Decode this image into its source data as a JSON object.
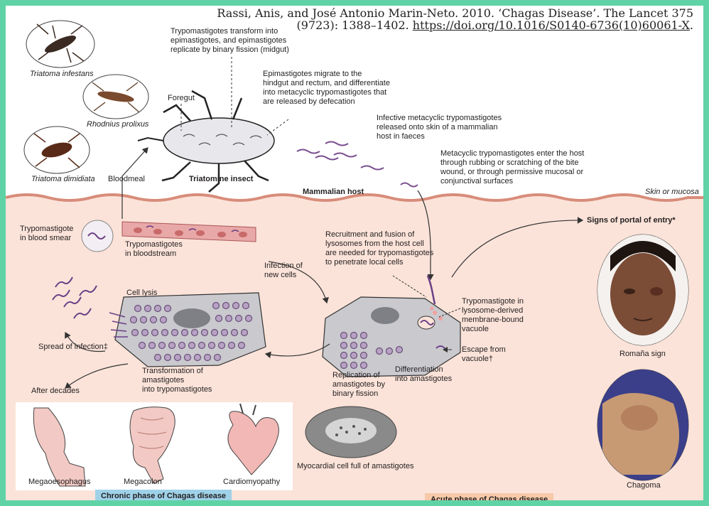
{
  "citation": {
    "text": "Rassi, Anis, and José Antonio Marin-Neto. 2010. ‘Chagas Disease’. The Lancet 375 (9723): 1388–1402. ",
    "link": "https://doi.org/10.1016/S0140-6736(10)60061-X",
    "tail": "."
  },
  "insect": {
    "species_1": "Triatoma infestans",
    "species_2": "Rhodnius prolixus",
    "species_3": "Triatoma dimidiata",
    "title": "Triatomine insect",
    "foregut": "Foregut",
    "bloodmeal": "Bloodmeal",
    "step_transform": [
      "Trypomastigotes transform into",
      "epimastigotes, and epimastigotes",
      "replicate by binary fission (midgut)"
    ],
    "step_migrate": [
      "Epimastigotes migrate to the",
      "hindgut and rectum, and differentiate",
      "into metacyclic trypomastigotes that",
      "are released by defecation"
    ],
    "step_infective": [
      "Infective metacyclic trypomastigotes",
      "released onto skin of a mammalian",
      "host in faeces"
    ],
    "step_enter": [
      "Metacyclic trypomastigotes enter the host",
      "through rubbing or scratching of the bite",
      "wound, or through permissive mucosal or",
      "conjunctival surfaces"
    ]
  },
  "host": {
    "mammalian_host": "Mammalian host",
    "skin": "Skin or mucosa",
    "blood_smear": [
      "Trypomastigote",
      "in blood smear"
    ],
    "bloodstream": [
      "Trypomastigotes",
      "in bloodstream"
    ],
    "infection_new_cells": [
      "Infection of",
      "new cells"
    ],
    "recruitment": [
      "Recruitment and fusion of",
      "lysosomes from the host cell",
      "are needed for trypomastigotes",
      "to penetrate local cells"
    ],
    "vacuole": [
      "Trypomastigote in",
      "lysosome-derived",
      "membrane-bound",
      "vacuole"
    ],
    "escape": [
      "Escape from",
      "vacuole†"
    ],
    "differentiation": [
      "Differentiation",
      "into amastigotes"
    ],
    "replication": [
      "Replication of",
      "amastigotes by",
      "binary fission"
    ],
    "myocardial": "Myocardial cell full of amastigotes",
    "cell_lysis": "Cell lysis",
    "spread": "Spread of infection‡",
    "transformation": [
      "Transformation of",
      "amastigotes",
      "into trypomastigotes"
    ],
    "after_decades": "After decades",
    "portal": "Signs of portal of entry*",
    "romana": "Romaña sign",
    "chagoma": "Chagoma"
  },
  "chronic": {
    "megaoesophagus": "Megaoesophagus",
    "megacolon": "Megacolon",
    "cardiomyopathy": "Cardiomyopathy",
    "phase_label": "Chronic phase of Chagas disease"
  },
  "acute": {
    "phase_label": "Acute phase of Chagas disease"
  },
  "colors": {
    "frame": "#5fd3a6",
    "host_bg": "#fbe3d9",
    "cell": "#cfcfd3",
    "amastigote": "#6b4f7a",
    "chronic_label": "#9fd2e8",
    "acute_label": "#f6c9a8"
  }
}
